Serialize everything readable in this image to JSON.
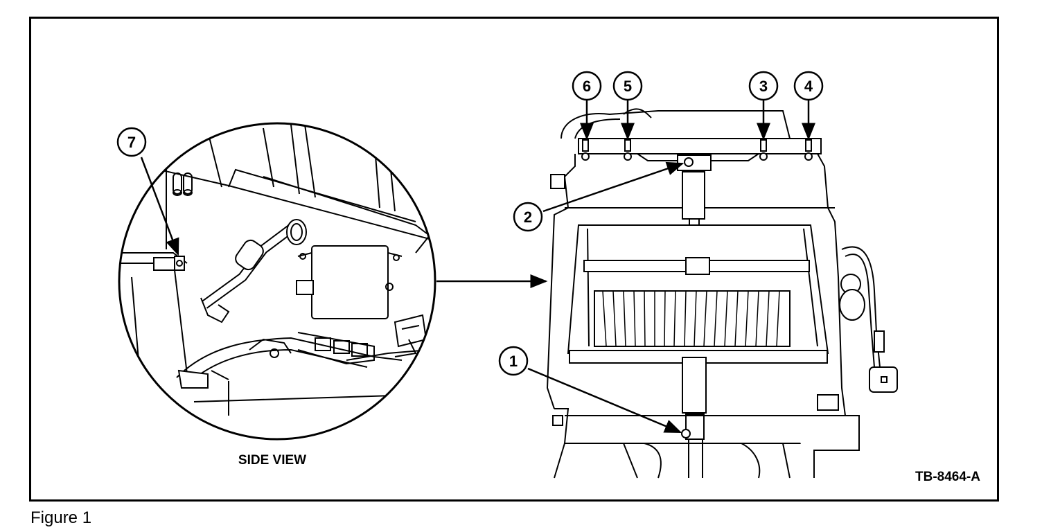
{
  "callouts": {
    "c1": "1",
    "c2": "2",
    "c3": "3",
    "c4": "4",
    "c5": "5",
    "c6": "6",
    "c7": "7"
  },
  "side_view_label": "SIDE VIEW",
  "figure_code": "TB-8464-A",
  "caption": "Figure 1"
}
